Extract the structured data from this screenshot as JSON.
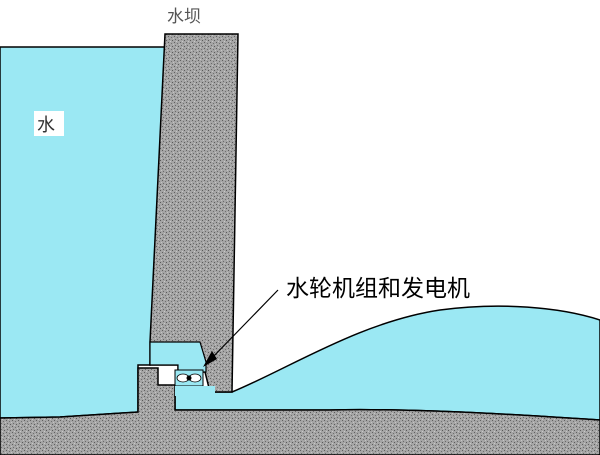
{
  "labels": {
    "dam": "水坝",
    "water": "水",
    "turbine_generator": "水轮机组和发电机"
  },
  "colors": {
    "water": "#9be8f3",
    "concrete": "#9a9a9a",
    "outline": "#000000",
    "background": "#ffffff"
  }
}
